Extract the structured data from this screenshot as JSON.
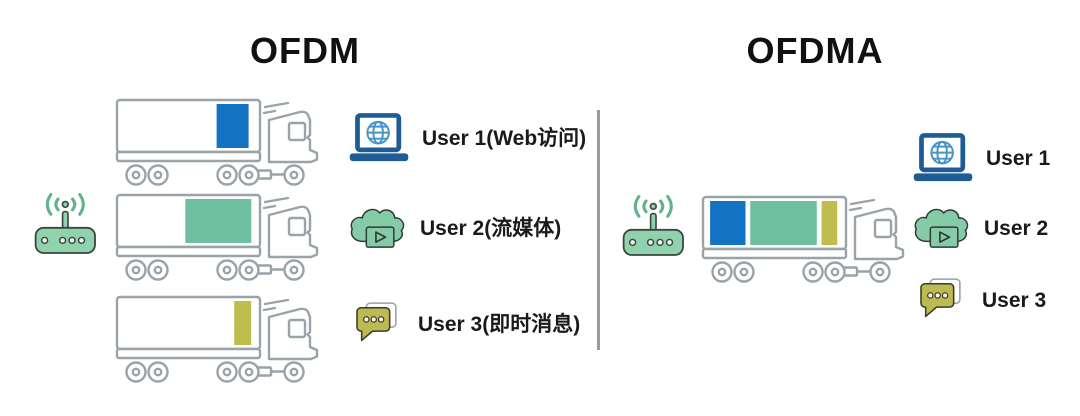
{
  "colors": {
    "user1_blue": "#1173c2",
    "user2_green": "#6fc0a1",
    "user3_olive": "#bfbd4e",
    "truck_outline": "#9aa3a8",
    "router_fill": "#90d1ae",
    "router_outline": "#3a463f",
    "wifi_green": "#64b28c",
    "laptop_blue": "#1e5c96",
    "globe_blue": "#4695c6",
    "cloud_fill": "#85cba8",
    "icon_outline": "#2f3b33",
    "chat_fill": "#bcba52",
    "chat_outline": "#3c3c28",
    "chat_back_outline": "#9aa0a6",
    "divider_gray": "#9b9b9b",
    "text": "#1a1a1a"
  },
  "left_panel": {
    "title": "OFDM",
    "router_icon": "wifi-router-icon",
    "trucks": [
      {
        "carries": "User 1",
        "blocks": [
          {
            "user": "User 1",
            "color": "#1173c2",
            "start_pct": 71,
            "width_pct": 23.5
          }
        ]
      },
      {
        "carries": "User 2",
        "blocks": [
          {
            "user": "User 2",
            "color": "#6fc0a1",
            "start_pct": 48,
            "width_pct": 48.5
          }
        ]
      },
      {
        "carries": "User 3",
        "blocks": [
          {
            "user": "User 3",
            "color": "#bfbd4e",
            "start_pct": 84,
            "width_pct": 12.5
          }
        ]
      }
    ],
    "users": [
      {
        "label": "User 1(Web访问)",
        "icon": "laptop-web-icon"
      },
      {
        "label": "User 2(流媒体)",
        "icon": "cloud-streaming-icon"
      },
      {
        "label": "User 3(即时消息)",
        "icon": "chat-message-icon"
      }
    ]
  },
  "right_panel": {
    "title": "OFDMA",
    "router_icon": "wifi-router-icon",
    "trucks": [
      {
        "carries": "User 1 + User 2 + User 3",
        "blocks": [
          {
            "user": "User 1",
            "color": "#1173c2",
            "start_pct": 3,
            "width_pct": 26
          },
          {
            "user": "User 2",
            "color": "#6fc0a1",
            "start_pct": 32.5,
            "width_pct": 49
          },
          {
            "user": "User 3",
            "color": "#bfbd4e",
            "start_pct": 85,
            "width_pct": 11.5
          }
        ]
      }
    ],
    "users": [
      {
        "label": "User 1",
        "icon": "laptop-web-icon"
      },
      {
        "label": "User 2",
        "icon": "cloud-streaming-icon"
      },
      {
        "label": "User 3",
        "icon": "chat-message-icon"
      }
    ]
  }
}
